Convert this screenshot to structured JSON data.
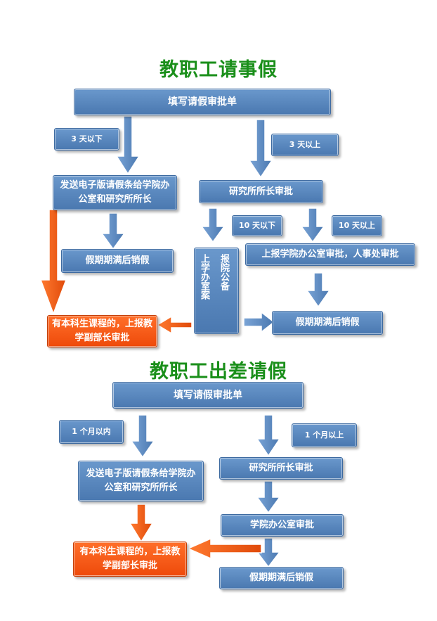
{
  "leave": {
    "title": "教职工请事假",
    "fill_form": "填写请假审批单",
    "under_3_days": "3 天以下",
    "over_3_days": "3 天以上",
    "send_electronic": "发送电子版请假条给学院办公室和研究所所长",
    "institute_director_approval": "研究所所长审批",
    "under_10_days": "10 天以下",
    "over_10_days": "10 天以上",
    "cancel_left": "假期期满后销假",
    "report_college_office": "上报学院办公室备案",
    "report_college_col1": "上学办室案",
    "report_college_col2": "报院公备",
    "report_college_hr": "上报学院办公室审批，人事处审批",
    "undergrad_courses": "有本科生课程的，上报教学副部长审批",
    "cancel_right": "假期期满后销假"
  },
  "business": {
    "title": "教职工出差请假",
    "fill_form": "填写请假审批单",
    "within_month": "1 个月以内",
    "over_month": "1 个月以上",
    "send_electronic": "发送电子版请假条给学院办公室和研究所所长",
    "institute_director_approval": "研究所所长审批",
    "college_office_approval": "学院办公室审批",
    "undergrad_courses": "有本科生课程的，上报教学副部长审批",
    "cancel": "假期期满后销假"
  },
  "colors": {
    "title_green": "#1a8f1a",
    "box_blue": "#5b88c0",
    "orange": "#f05a14",
    "arrow_blue": "#5b88c0"
  }
}
